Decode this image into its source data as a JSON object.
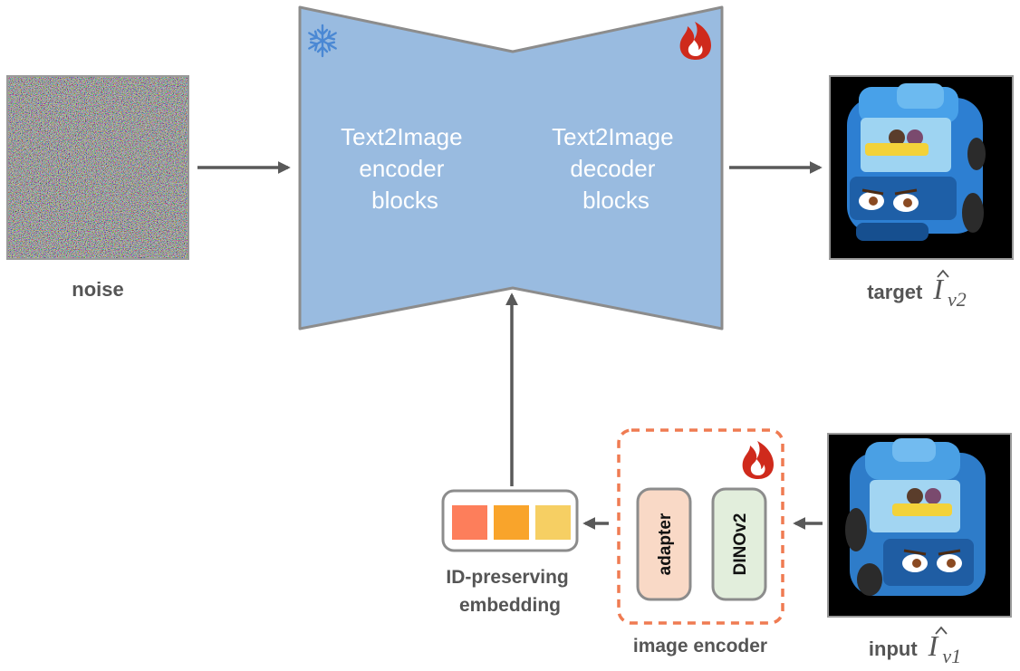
{
  "diagram": {
    "noise_label": "noise",
    "unet": {
      "encoder_lines": [
        "Text2Image",
        "encoder",
        "blocks"
      ],
      "decoder_lines": [
        "Text2Image",
        "decoder",
        "blocks"
      ],
      "frozen_icon": "snowflake-icon",
      "trainable_icon": "flame-icon"
    },
    "target": {
      "prefix": "target",
      "math_symbol": "I",
      "subscript": "v2"
    },
    "input": {
      "prefix": "input",
      "math_symbol": "I",
      "subscript": "v1"
    },
    "embedding_lines": [
      "ID-preserving",
      "embedding"
    ],
    "embedding_colors": [
      "#fd7e5b",
      "#f9a42b",
      "#f6cf63"
    ],
    "image_encoder": {
      "label": "image encoder",
      "adapter": "adapter",
      "dinov2": "DINOv2",
      "trainable_icon": "flame-icon"
    },
    "colors": {
      "unet_fill": "#99bbe0",
      "unet_stroke": "#8c8c8c",
      "adapter_fill": "#f9d9c6",
      "dinov2_fill": "#e2eedc",
      "encoder_border": "#ef7b52",
      "flame": "#cf2a1c",
      "snowflake": "#4a88d4",
      "arrow": "#595959"
    }
  }
}
